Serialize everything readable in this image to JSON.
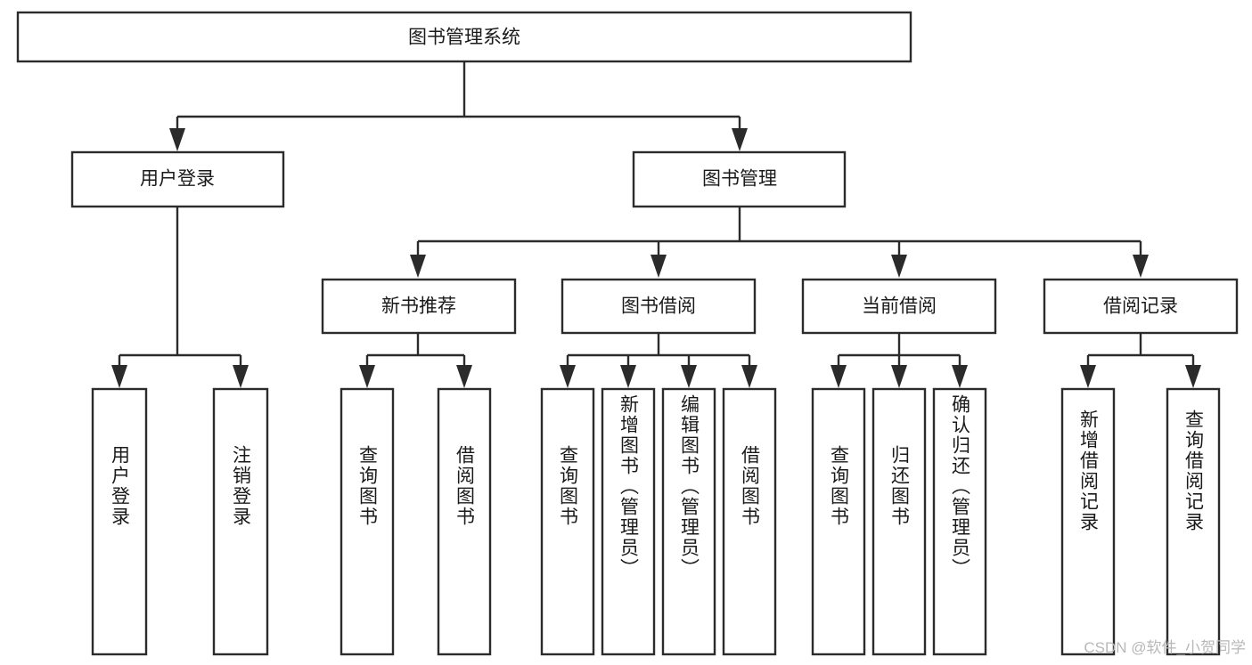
{
  "diagram": {
    "type": "tree-hierarchy",
    "title": "图书管理系统",
    "orientation": "top-down",
    "colors": {
      "box_stroke": "#2b2b2b",
      "box_fill": "#ffffff",
      "connector": "#2b2b2b",
      "label_text": "#1a1a1a",
      "watermark": "#b8b8b8",
      "background": "#ffffff"
    },
    "root": {
      "label": "图书管理系统",
      "name": "root-node"
    },
    "level2": [
      {
        "name": "node-user-login",
        "label": "用户登录"
      },
      {
        "name": "node-book-management",
        "label": "图书管理"
      }
    ],
    "level3": [
      {
        "name": "node-new-book-recommend",
        "label": "新书推荐"
      },
      {
        "name": "node-book-borrow",
        "label": "图书借阅"
      },
      {
        "name": "node-current-borrow",
        "label": "当前借阅"
      },
      {
        "name": "node-borrow-record",
        "label": "借阅记录"
      }
    ],
    "leaves": {
      "user_login": [
        {
          "name": "leaf-user-login",
          "label": "用户登录"
        },
        {
          "name": "leaf-logout-login",
          "label": "注销登录"
        }
      ],
      "new_book_recommend": [
        {
          "name": "leaf-query-book-1",
          "label": "查询图书"
        },
        {
          "name": "leaf-borrow-book-1",
          "label": "借阅图书"
        }
      ],
      "book_borrow": [
        {
          "name": "leaf-query-book-2",
          "label": "查询图书"
        },
        {
          "name": "leaf-add-book-admin",
          "label": "新增图书（管理员）"
        },
        {
          "name": "leaf-edit-book-admin",
          "label": "编辑图书（管理员）"
        },
        {
          "name": "leaf-borrow-book-2",
          "label": "借阅图书"
        }
      ],
      "current_borrow": [
        {
          "name": "leaf-query-book-3",
          "label": "查询图书"
        },
        {
          "name": "leaf-return-book",
          "label": "归还图书"
        },
        {
          "name": "leaf-confirm-return-admin",
          "label": "确认归还（管理员）"
        }
      ],
      "borrow_record": [
        {
          "name": "leaf-add-borrow-record",
          "label": "新增借阅记录"
        },
        {
          "name": "leaf-query-borrow-record",
          "label": "查询借阅记录"
        }
      ]
    }
  },
  "watermark": {
    "text": "CSDN @软件_小贺同学"
  }
}
